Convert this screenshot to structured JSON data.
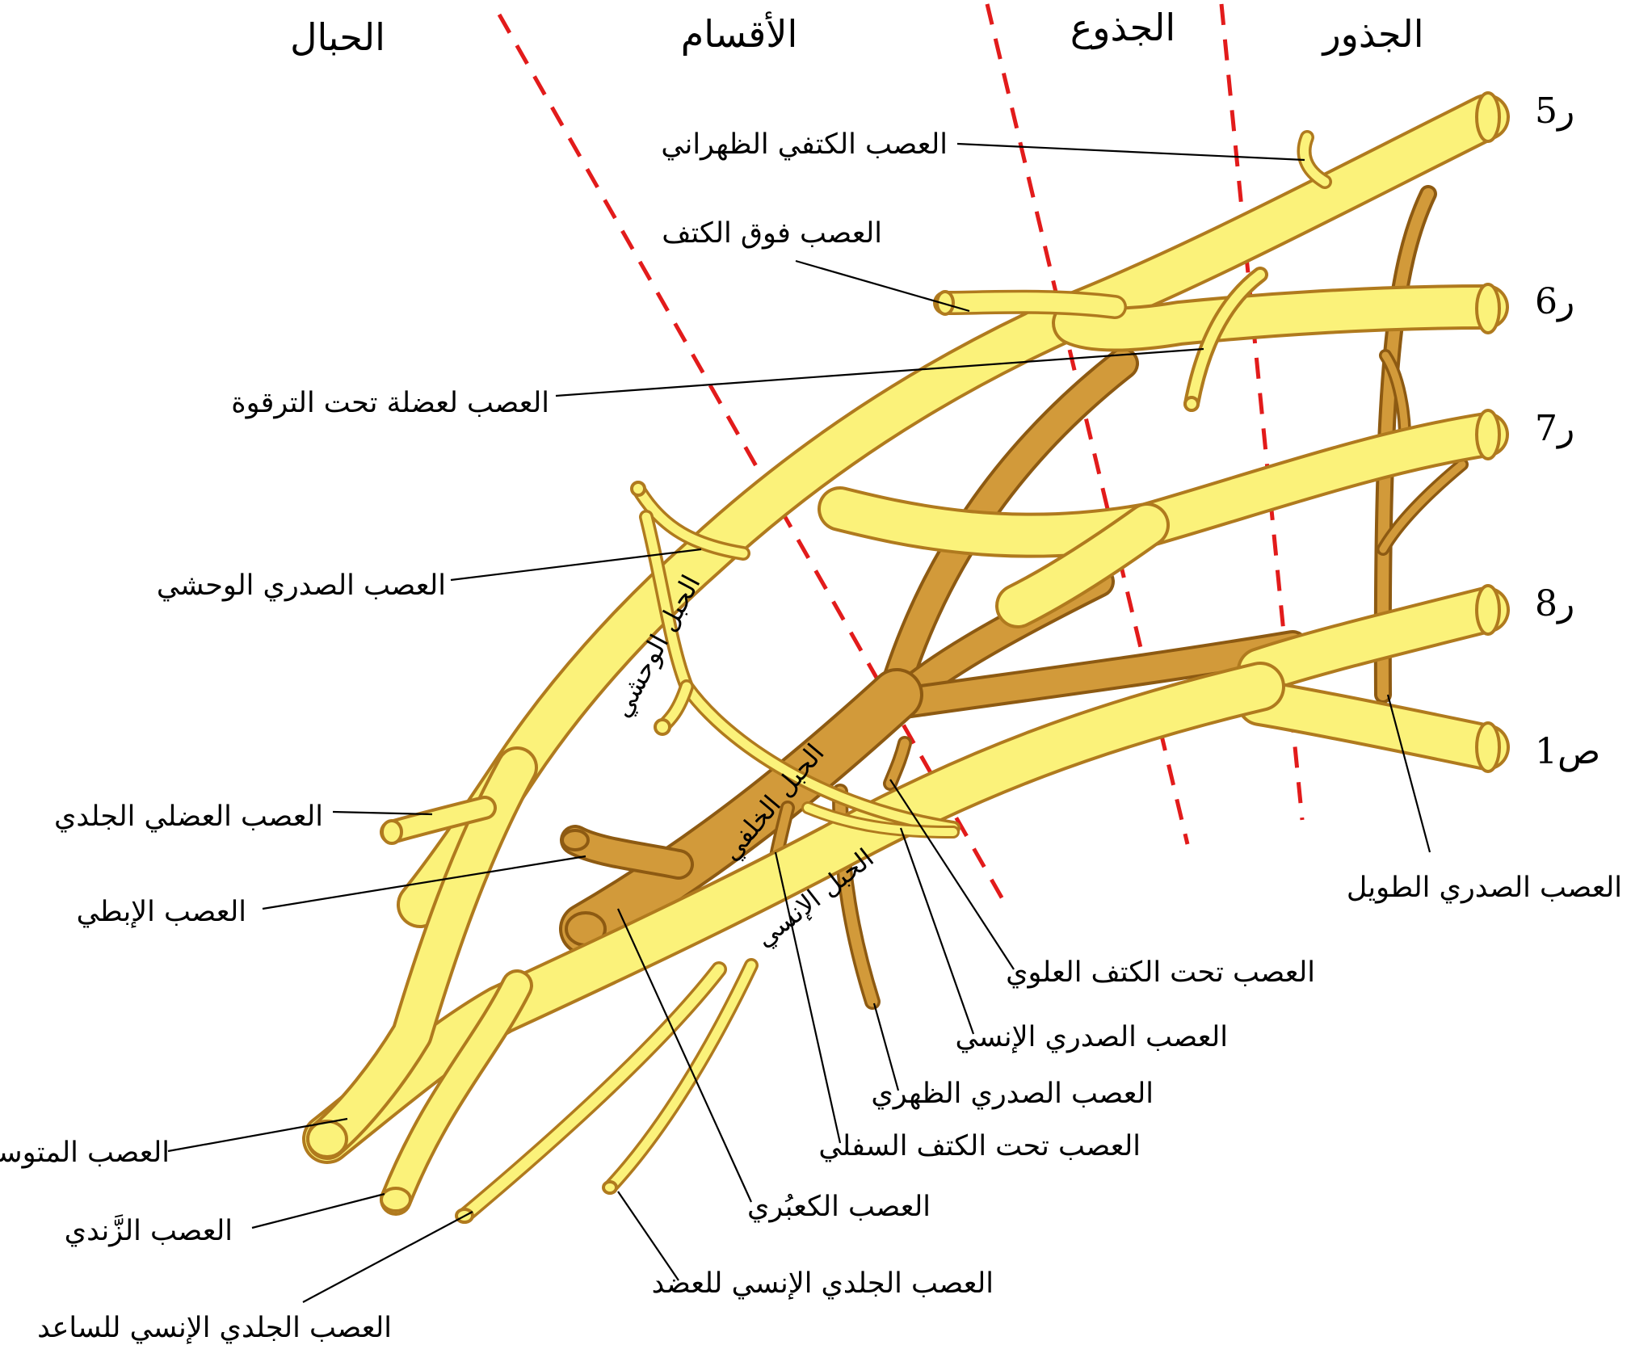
{
  "headers": {
    "cords": "الحبال",
    "divisions": "الأقسام",
    "trunks": "الجذوع",
    "roots": "الجذور"
  },
  "roots": {
    "c5": "ر5",
    "c6": "ر6",
    "c7": "ر7",
    "c8": "ر8",
    "t1": "ص1"
  },
  "cords": {
    "lateral": "الحبل الوحشي",
    "posterior": "الحبل الخلفي",
    "medial": "الحبل الإنسي"
  },
  "nerves": {
    "dorsal_scapular": "العصب الكتفي الظهراني",
    "suprascapular": "العصب فوق الكتف",
    "subclavius": "العصب لعضلة تحت الترقوة",
    "lateral_pectoral": "العصب الصدري الوحشي",
    "musculocutaneous": "العصب العضلي الجلدي",
    "axillary": "العصب الإبطي",
    "median": "العصب المتوسط",
    "ulnar": "العصب الزَّندي",
    "medial_cutaneous_forearm": "العصب الجلدي الإنسي للساعد",
    "medial_cutaneous_arm": "العصب الجلدي الإنسي للعضد",
    "radial": "العصب الكعبُري",
    "lower_subscapular": "العصب تحت الكتف السفلي",
    "thoracodorsal": "العصب الصدري الظهري",
    "medial_pectoral": "العصب الصدري الإنسي",
    "upper_subscapular": "العصب تحت الكتف العلوي",
    "long_thoracic": "العصب الصدري الطويل"
  },
  "colors": {
    "nerve_fill": "#fbf27a",
    "nerve_outline": "#b07a1e",
    "posterior_fill": "#d29a3a",
    "posterior_outline": "#8d5a12",
    "divider": "#e21b1b",
    "leader": "#000000"
  }
}
